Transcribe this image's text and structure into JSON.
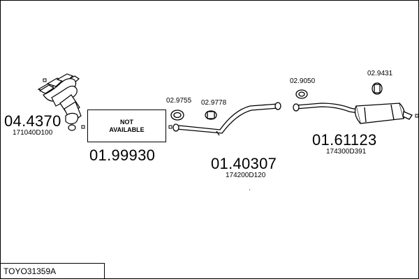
{
  "diagram": {
    "vehicle_code": "TOYO31359A",
    "parts": [
      {
        "number": "04.4370",
        "oem": "171040D100"
      },
      {
        "number": "01.99930",
        "note_line1": "NOT",
        "note_line2": "AVAILABLE"
      },
      {
        "number": "01.40307",
        "oem": "174200D120"
      },
      {
        "number": "01.61123",
        "oem": "174300D391"
      }
    ],
    "fittings": [
      {
        "number": "02.9755"
      },
      {
        "number": "02.9778"
      },
      {
        "number": "02.9050"
      },
      {
        "number": "02.9431"
      }
    ],
    "colors": {
      "line": "#000000",
      "background": "#ffffff"
    }
  }
}
